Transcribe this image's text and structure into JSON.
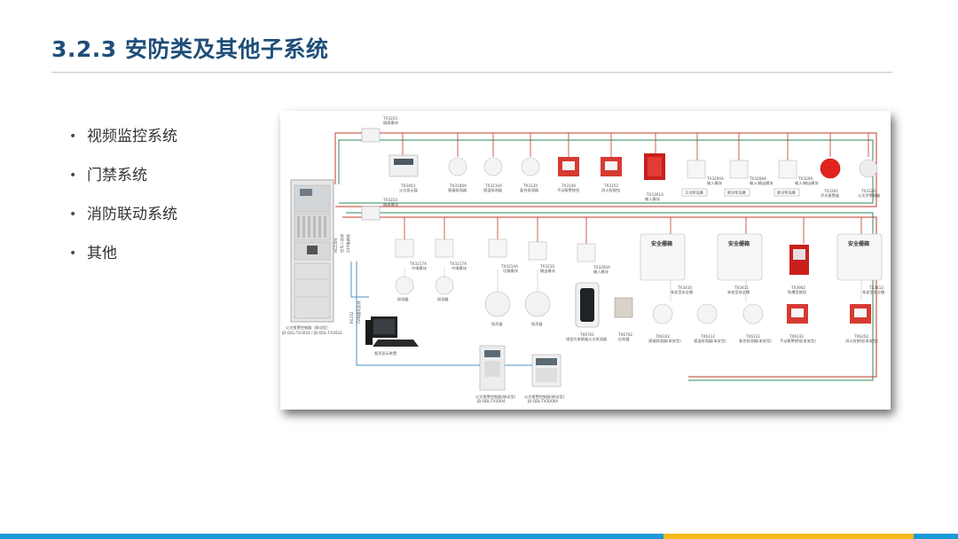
{
  "slide": {
    "title": "3.2.3 安防类及其他子系统",
    "bullets": [
      {
        "text": "视频监控系统"
      },
      {
        "text": "门禁系统"
      },
      {
        "text": "消防联动系统"
      },
      {
        "text": "其他"
      }
    ]
  },
  "diagram": {
    "controller_label_1": "火灾报警控制器（联动型）",
    "controller_label_2": "JB-QGL-TX3016 / JB-QGL-TX3032",
    "top_module_1": "TX3223",
    "top_module_1_sub": "隔离模块",
    "top_module_2": "TX3223",
    "top_module_2_sub": "隔离模块",
    "bus_labels": [
      "AC220V",
      "信号二总线",
      "24V电源线",
      "RS232",
      "CAN通讯总线"
    ],
    "top_devices": [
      {
        "model": "TX3403",
        "name": "火灾显示盘"
      },
      {
        "model": "TX3100A",
        "name": "感烟探测器"
      },
      {
        "model": "TX3110A",
        "name": "感温探测器"
      },
      {
        "model": "TX3120",
        "name": "复合探测器"
      },
      {
        "model": "TX3140",
        "name": "手动报警按钮"
      },
      {
        "model": "TX3152",
        "name": "消火栓按钮"
      },
      {
        "model": "TX3301A",
        "name": "输入模块"
      },
      {
        "model": "TX3200A",
        "name": "输入模块"
      },
      {
        "model": "TX3208A",
        "name": "输入/输出模块"
      },
      {
        "model": "TX3209",
        "name": "输入/输出模块"
      },
      {
        "model": "TX3301",
        "name": "声光报警器"
      },
      {
        "model": "TX3320",
        "name": "火灾声警报器"
      }
    ],
    "module_tags": [
      "主动型设备",
      "被动型设备",
      "被动型设备"
    ],
    "mid_devices": [
      {
        "model": "TX3217A",
        "name": "中继模块"
      },
      {
        "model": "TX3217A",
        "name": "中继模块"
      },
      {
        "model": "TX3214A",
        "name": "切换模块"
      },
      {
        "model": "TX3210",
        "name": "输出模块"
      },
      {
        "model": "TX3200A",
        "name": "输入模块"
      }
    ],
    "lower_devices": [
      {
        "name": "探测器"
      },
      {
        "name": "探测器"
      },
      {
        "name": "扬声器"
      },
      {
        "name": "扬声器"
      }
    ],
    "beam_detector": {
      "model": "TX6701",
      "name": "线型光束感烟火灾探测器"
    },
    "reflector": {
      "model": "TX6702",
      "name": "反射器"
    },
    "safety_box_label": "安全栅箱",
    "safety_boxes": [
      {
        "model": "TX3410",
        "name": "本安型安全栅"
      },
      {
        "model": "TX3411",
        "name": "本安型安全栅"
      },
      {
        "model": "TX3412",
        "name": "本安型安全栅"
      }
    ],
    "ex_button": {
      "model": "TX3902",
      "name": "防爆型按钮"
    },
    "ex_devices": [
      {
        "model": "TX6102",
        "name": "感烟探测器(本安型)"
      },
      {
        "model": "TX6112",
        "name": "感温探测器(本安型)"
      },
      {
        "model": "TX6122",
        "name": "复合探测器(本安型)"
      },
      {
        "model": "TX6142",
        "name": "手动报警按钮(本安型)"
      },
      {
        "model": "TX6252",
        "name": "消火栓按钮(本安型)"
      }
    ],
    "computer_label": "图形显示装置",
    "panel_1_label_1": "火灾报警控制器(联动型)",
    "panel_1_label_2": "JB-QBL-TX3004",
    "panel_2_label_1": "火灾报警控制器(联动型)",
    "panel_2_label_2": "JB-QBL-TX3000A",
    "colors": {
      "title": "#1f4e79",
      "red_wire": "#c0392b",
      "green_wire": "#2e8b57",
      "blue_wire": "#4a90c8",
      "footer_blue": "#1c9ad6",
      "footer_yellow": "#f3b81a"
    }
  }
}
